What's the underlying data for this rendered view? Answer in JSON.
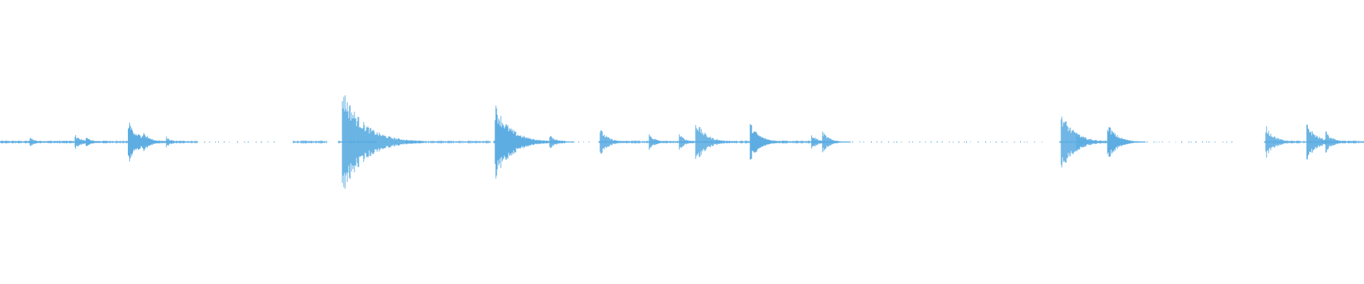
{
  "waveform": {
    "color": "#5dade2",
    "background": "#ffffff",
    "baseline_fraction": 0.5,
    "segments": [
      {
        "start": 0.0,
        "end": 0.085,
        "kind": "low"
      },
      {
        "start": 0.085,
        "end": 0.145,
        "kind": "low"
      },
      {
        "start": 0.15,
        "end": 0.205,
        "kind": "dots"
      },
      {
        "start": 0.215,
        "end": 0.24,
        "kind": "low"
      },
      {
        "start": 0.248,
        "end": 0.276,
        "kind": "low"
      },
      {
        "start": 0.28,
        "end": 0.295,
        "kind": "dots"
      },
      {
        "start": 0.297,
        "end": 0.36,
        "kind": "low"
      },
      {
        "start": 0.362,
        "end": 0.395,
        "kind": "low"
      },
      {
        "start": 0.4,
        "end": 0.415,
        "kind": "low"
      },
      {
        "start": 0.42,
        "end": 0.432,
        "kind": "dots"
      },
      {
        "start": 0.439,
        "end": 0.615,
        "kind": "low"
      },
      {
        "start": 0.625,
        "end": 0.7,
        "kind": "dots"
      },
      {
        "start": 0.703,
        "end": 0.765,
        "kind": "dots"
      },
      {
        "start": 0.777,
        "end": 0.827,
        "kind": "low"
      },
      {
        "start": 0.835,
        "end": 0.905,
        "kind": "dots"
      },
      {
        "start": 0.927,
        "end": 1.0,
        "kind": "low"
      }
    ],
    "bursts": [
      {
        "pos": 0.022,
        "amp": 0.02
      },
      {
        "pos": 0.055,
        "amp": 0.03
      },
      {
        "pos": 0.063,
        "amp": 0.02
      },
      {
        "pos": 0.094,
        "amp": 0.08
      },
      {
        "pos": 0.105,
        "amp": 0.04
      },
      {
        "pos": 0.122,
        "amp": 0.02
      },
      {
        "pos": 0.251,
        "amp": 0.2
      },
      {
        "pos": 0.363,
        "amp": 0.14
      },
      {
        "pos": 0.403,
        "amp": 0.03
      },
      {
        "pos": 0.44,
        "amp": 0.05
      },
      {
        "pos": 0.476,
        "amp": 0.03
      },
      {
        "pos": 0.498,
        "amp": 0.03
      },
      {
        "pos": 0.51,
        "amp": 0.08
      },
      {
        "pos": 0.55,
        "amp": 0.07
      },
      {
        "pos": 0.595,
        "amp": 0.03
      },
      {
        "pos": 0.603,
        "amp": 0.04
      },
      {
        "pos": 0.778,
        "amp": 0.11
      },
      {
        "pos": 0.789,
        "amp": 0.04
      },
      {
        "pos": 0.812,
        "amp": 0.07
      },
      {
        "pos": 0.928,
        "amp": 0.06
      },
      {
        "pos": 0.958,
        "amp": 0.07
      },
      {
        "pos": 0.972,
        "amp": 0.04
      }
    ]
  }
}
